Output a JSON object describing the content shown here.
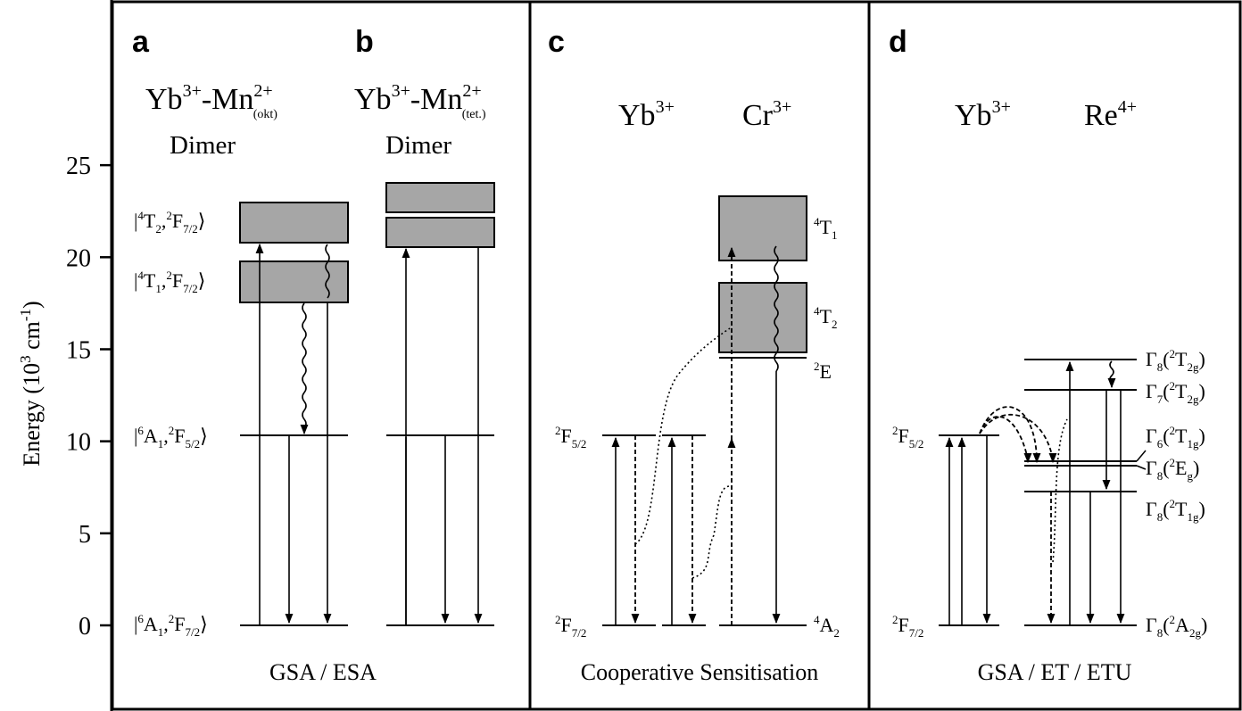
{
  "axis": {
    "title_main": "Energy (10",
    "title_exp": "3",
    "title_unit": " cm",
    "title_unit_exp": "-1",
    "title_close": ")",
    "ticks": [
      {
        "value": 0,
        "label": "0"
      },
      {
        "value": 5,
        "label": "5"
      },
      {
        "value": 10,
        "label": "10"
      },
      {
        "value": 15,
        "label": "15"
      },
      {
        "value": 20,
        "label": "20"
      },
      {
        "value": 25,
        "label": "25"
      }
    ]
  },
  "panels": {
    "a": {
      "letter": "a",
      "title_base1": "Yb",
      "title_sup1": "3+",
      "title_mid": "-Mn",
      "title_sup2": "2+",
      "title_sub2": "(okt)",
      "subtitle": "Dimer",
      "states": [
        {
          "a": "4",
          "b": "T",
          "c": "2",
          "d": "2",
          "e": "F",
          "f": "7/2"
        },
        {
          "a": "4",
          "b": "T",
          "c": "1",
          "d": "2",
          "e": "F",
          "f": "7/2"
        },
        {
          "a": "6",
          "b": "A",
          "c": "1",
          "d": "2",
          "e": "F",
          "f": "5/2"
        },
        {
          "a": "6",
          "b": "A",
          "c": "1",
          "d": "2",
          "e": "F",
          "f": "7/2"
        }
      ]
    },
    "b": {
      "letter": "b",
      "title_base1": "Yb",
      "title_sup1": "3+",
      "title_mid": "-Mn",
      "title_sup2": "2+",
      "title_sub2": "(tet.)",
      "subtitle": "Dimer"
    },
    "ab_caption": "GSA / ESA",
    "c": {
      "letter": "c",
      "ion1": "Yb",
      "ion1_sup": "3+",
      "ion2": "Cr",
      "ion2_sup": "3+",
      "left_states": [
        {
          "sup": "2",
          "main": "F",
          "sub": "5/2"
        },
        {
          "sup": "2",
          "main": "F",
          "sub": "7/2"
        }
      ],
      "right_states": [
        {
          "sup": "4",
          "main": "T",
          "sub": "1"
        },
        {
          "sup": "4",
          "main": "T",
          "sub": "2"
        },
        {
          "sup": "2",
          "main": "E",
          "sub": ""
        },
        {
          "sup": "4",
          "main": "A",
          "sub": "2"
        }
      ],
      "caption": "Cooperative Sensitisation"
    },
    "d": {
      "letter": "d",
      "ion1": "Yb",
      "ion1_sup": "3+",
      "ion2": "Re",
      "ion2_sup": "4+",
      "left_states": [
        {
          "sup": "2",
          "main": "F",
          "sub": "5/2"
        },
        {
          "sup": "2",
          "main": "F",
          "sub": "7/2"
        }
      ],
      "right_states": [
        {
          "g": "8",
          "sup": "2",
          "main": "T",
          "sub": "2g"
        },
        {
          "g": "7",
          "sup": "2",
          "main": "T",
          "sub": "2g"
        },
        {
          "g": "6",
          "sup": "2",
          "main": "T",
          "sub": "1g"
        },
        {
          "g": "8",
          "sup": "2",
          "main": "E",
          "sub": "g"
        },
        {
          "g": "8",
          "sup": "2",
          "main": "T",
          "sub": "1g"
        },
        {
          "g": "8",
          "sup": "2",
          "main": "A",
          "sub": "2g"
        }
      ],
      "caption": "GSA / ET / ETU"
    }
  },
  "colors": {
    "band_fill": "#a6a6a6",
    "line": "#000000",
    "background": "#ffffff"
  }
}
